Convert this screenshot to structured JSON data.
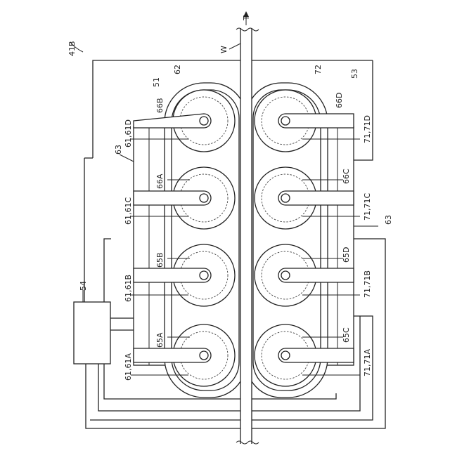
{
  "figure": {
    "fig_label": "41B",
    "direction_label": "T",
    "web_label": "W",
    "controller_label": "54",
    "left_assembly_label": "51",
    "right_assembly_label": "53",
    "left_belt_label": "62",
    "right_belt_label": "72",
    "frame_label_left": "63",
    "frame_label_right": "63",
    "left_rollers": [
      {
        "label": "61,61D"
      },
      {
        "label": "61,61C"
      },
      {
        "label": "61,61B"
      },
      {
        "label": "61,61A"
      }
    ],
    "right_rollers": [
      {
        "label": "71,71D"
      },
      {
        "label": "71,71C"
      },
      {
        "label": "71,71B"
      },
      {
        "label": "71,71A"
      }
    ],
    "left_sensors": [
      {
        "label": "66B"
      },
      {
        "label": "66A"
      },
      {
        "label": "65B"
      },
      {
        "label": "65A"
      }
    ],
    "right_sensors": [
      {
        "label": "66D"
      },
      {
        "label": "66C"
      },
      {
        "label": "65D"
      },
      {
        "label": "65C"
      }
    ]
  },
  "colors": {
    "line": "#222222",
    "background": "#ffffff"
  }
}
